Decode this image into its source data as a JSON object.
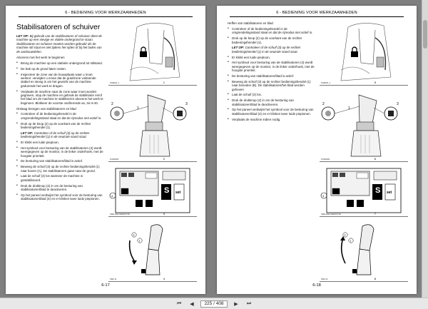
{
  "viewer": {
    "page_indicator": "225 / 408",
    "buttons": {
      "first": "⏮",
      "prev": "◀",
      "next": "▶",
      "last": "⏭"
    }
  },
  "left_page": {
    "header": "6 - BEDIENING VOOR WERKZAAMHEDEN",
    "page_number": "6-17",
    "title": "Stabilisatoren of schuiver",
    "note": "Bij gebruik van de stabilisatoren of schuiver dient de machine op een stevige en vlakke ondergrond te staan. Stabilisatoren en schuiver moeten worden gebruikt als de machine stil staat en niet tijdens het rijden of bij het laden van de aanbouwdelen.",
    "note_label": "LET OP:",
    "intro": "Alvorens met het werk te beginnen",
    "items1": [
      "Breng de machine op een stabiele ondergrond tot stilstand.",
      "De bak op de grond laten rusten.",
      "Inspecteer de zone van de bouwplaats waar u moet werken: verwijder u ervan dat de graafzone voldoende stabiel en stevig is om het gewicht van de machine gedurende het werk te dragen.",
      "Verplaats de machine naar de zone waar moet worden gegraven, stop de machine en gebruik de stabilisator en/of het blad om de machine te stabiliseren alvorens het werk te beginnen. Blokkeer de voorste oscillerende as, zie 6-20."
    ],
    "section2": "Omlaag brengen van stabilisatoren en blad",
    "items2": [
      "Controleer of de bedieningshendel in de omgrendelingsstand staat en dat de rijmodus niet actief is.",
      "Druk op de knop (2) op de voorkant van de rechter bedieningshendel (1)."
    ],
    "note2": "Controleer of de schuif (3) op de rechter bedieningshendel (1) in de neutrale stand staat.",
    "items3": [
      "Er klinkt een luide pieptoon.",
      "Het symbool voor besturing van de stabilisatoren (4) wordt weergegeven op de monitor, in de linker onderhoek, met de hoogste prioriteit.",
      "De besturing van stabilisatoren/blad is actief.",
      "Beweeg de schuif (3) op de rechter bedieningshendel (1) naar boven (A). De stabilisatoren gaan naar de grond.",
      "Laat de schuif (3) los wanneer de machine is gestabiliseerd.",
      "Druk de drukknop (2) in om de besturing van stabilisatoren/blad te deactiveren.",
      "Op het paneel verdwijnt het symbool voor de besturing van stabilisatoren/blad (4) en er klinken twee luide pieptonen."
    ],
    "fig_captions": [
      "PH8026_1",
      "PUR4083",
      "SME-PAR-DEMOTOR",
      "S6M 11"
    ],
    "fig_numbers": [
      "1",
      "2",
      "3",
      "4"
    ],
    "monitor": {
      "button_label": "set",
      "mode_letter": "S"
    }
  },
  "right_page": {
    "header": "6 - BEDIENING VOOR WERKZAAMHEDEN",
    "page_number": "6-18",
    "section": "Heffen van stabilisatoren en blad",
    "items1": [
      "Controleer of de bedieningshendel in de omgrendelingsstand staat en dat de rijmodus niet actief is.",
      "Druk op de knop (2) op de voorkant van de rechter bedieningshendel (1)."
    ],
    "note": "Controleer of de schuif (3) op de rechter bedieningshendel (1) in de neutrale stand staat.",
    "note_label": "LET OP:",
    "items2": [
      "Er klinkt een luide pieptoon.",
      "Het symbool voor besturing van de stabilisatoren (4) wordt weergegeven op de monitor, in de linker onderhoek, met de hoogste prioriteit.",
      "De besturing van stabilisatoren/blad is actief.",
      "Beweeg de schuif (3) op de rechter bedieningshendel (1) naar beneden (B). De stabilisatoren/het blad worden geheven",
      "Laat de schuif (3) los.",
      "Druk de drukknop (2) in om de besturing van stabilisatoren/blad te deactiveren.",
      "Op het paneel verdwijnt het symbool voor de besturing van stabilisatoren/blad (4) en er klinken twee luide pieptonen.",
      "Verplaats de machine indien nodig."
    ],
    "fig_captions": [
      "PH8026_1",
      "PUR4083",
      "SME-PAR-DEMOTOR",
      "S6M 11"
    ],
    "fig_numbers": [
      "5",
      "6",
      "7",
      "8"
    ],
    "monitor": {
      "button_label": "set",
      "mode_letter": "S"
    }
  }
}
